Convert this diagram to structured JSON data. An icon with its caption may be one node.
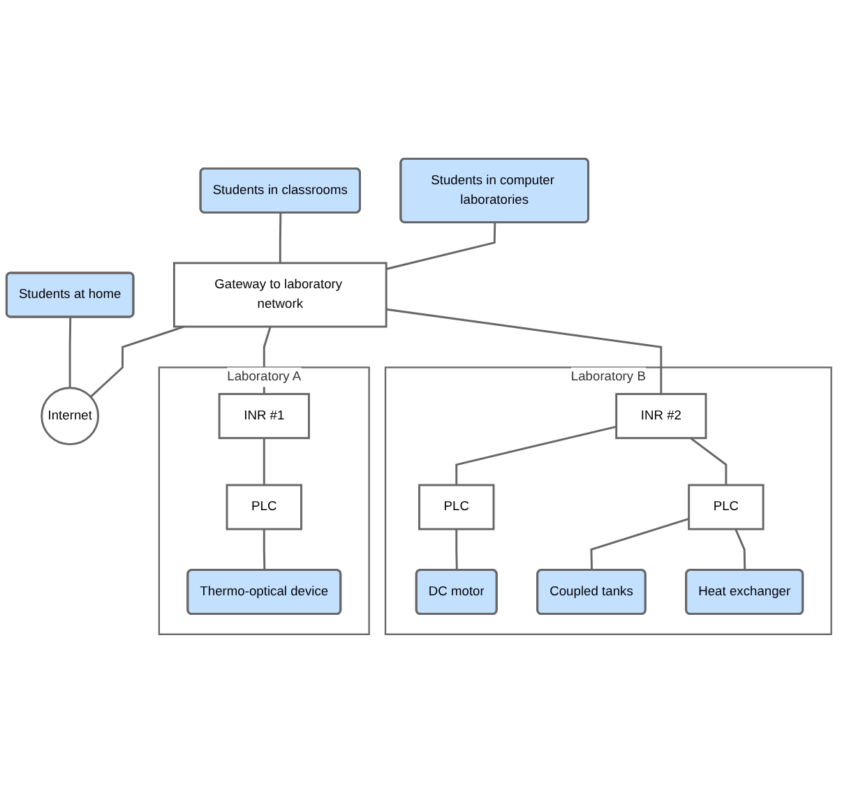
{
  "diagram": {
    "nodes": [
      {
        "text": [
          "Students in classrooms"
        ]
      },
      {
        "text": [
          "Students in computer laboratories"
        ]
      },
      {
        "text": [
          "Students at home"
        ]
      },
      {
        "text": [
          "Gateway to laboratory network"
        ]
      },
      {
        "text": [
          "Internet"
        ]
      },
      {
        "text": [
          "Laboratory A"
        ]
      },
      {
        "text": [
          "INR #1"
        ],
        "in": 5
      },
      {
        "text": [
          "PLC"
        ],
        "in": 5
      },
      {
        "text": [
          "Thermo-optical device"
        ],
        "in": 5
      },
      {
        "text": [
          "Laboratory B"
        ]
      },
      {
        "text": [
          "INR #2"
        ],
        "in": 9
      },
      {
        "text": [
          "PLC"
        ],
        "in": 9
      },
      {
        "text": [
          "PLC"
        ],
        "in": 9
      },
      {
        "text": [
          "DC motor"
        ],
        "in": 9
      },
      {
        "text": [
          "Coupled tanks"
        ],
        "in": 9
      },
      {
        "text": [
          "Heat exchanger"
        ],
        "in": 9
      }
    ],
    "edges": [
      {
        "from": 0,
        "to": 3,
        "arrow": "none"
      },
      {
        "from": 1,
        "to": 3,
        "arrow": "none"
      },
      {
        "from": 2,
        "to": 4,
        "arrow": "none"
      },
      {
        "from": 3,
        "to": 4,
        "arrow": "none"
      },
      {
        "from": 3,
        "to": 6,
        "arrow": "none"
      },
      {
        "from": 3,
        "to": 10,
        "arrow": "none"
      },
      {
        "from": 6,
        "to": 7,
        "arrow": "none"
      },
      {
        "from": 7,
        "to": 8,
        "arrow": "none"
      },
      {
        "from": 10,
        "to": 11,
        "arrow": "none"
      },
      {
        "from": 10,
        "to": 12,
        "arrow": "none"
      },
      {
        "from": 11,
        "to": 13,
        "arrow": "none"
      },
      {
        "from": 12,
        "to": 14,
        "arrow": "none"
      },
      {
        "from": 12,
        "to": 15,
        "arrow": "none"
      }
    ]
  }
}
